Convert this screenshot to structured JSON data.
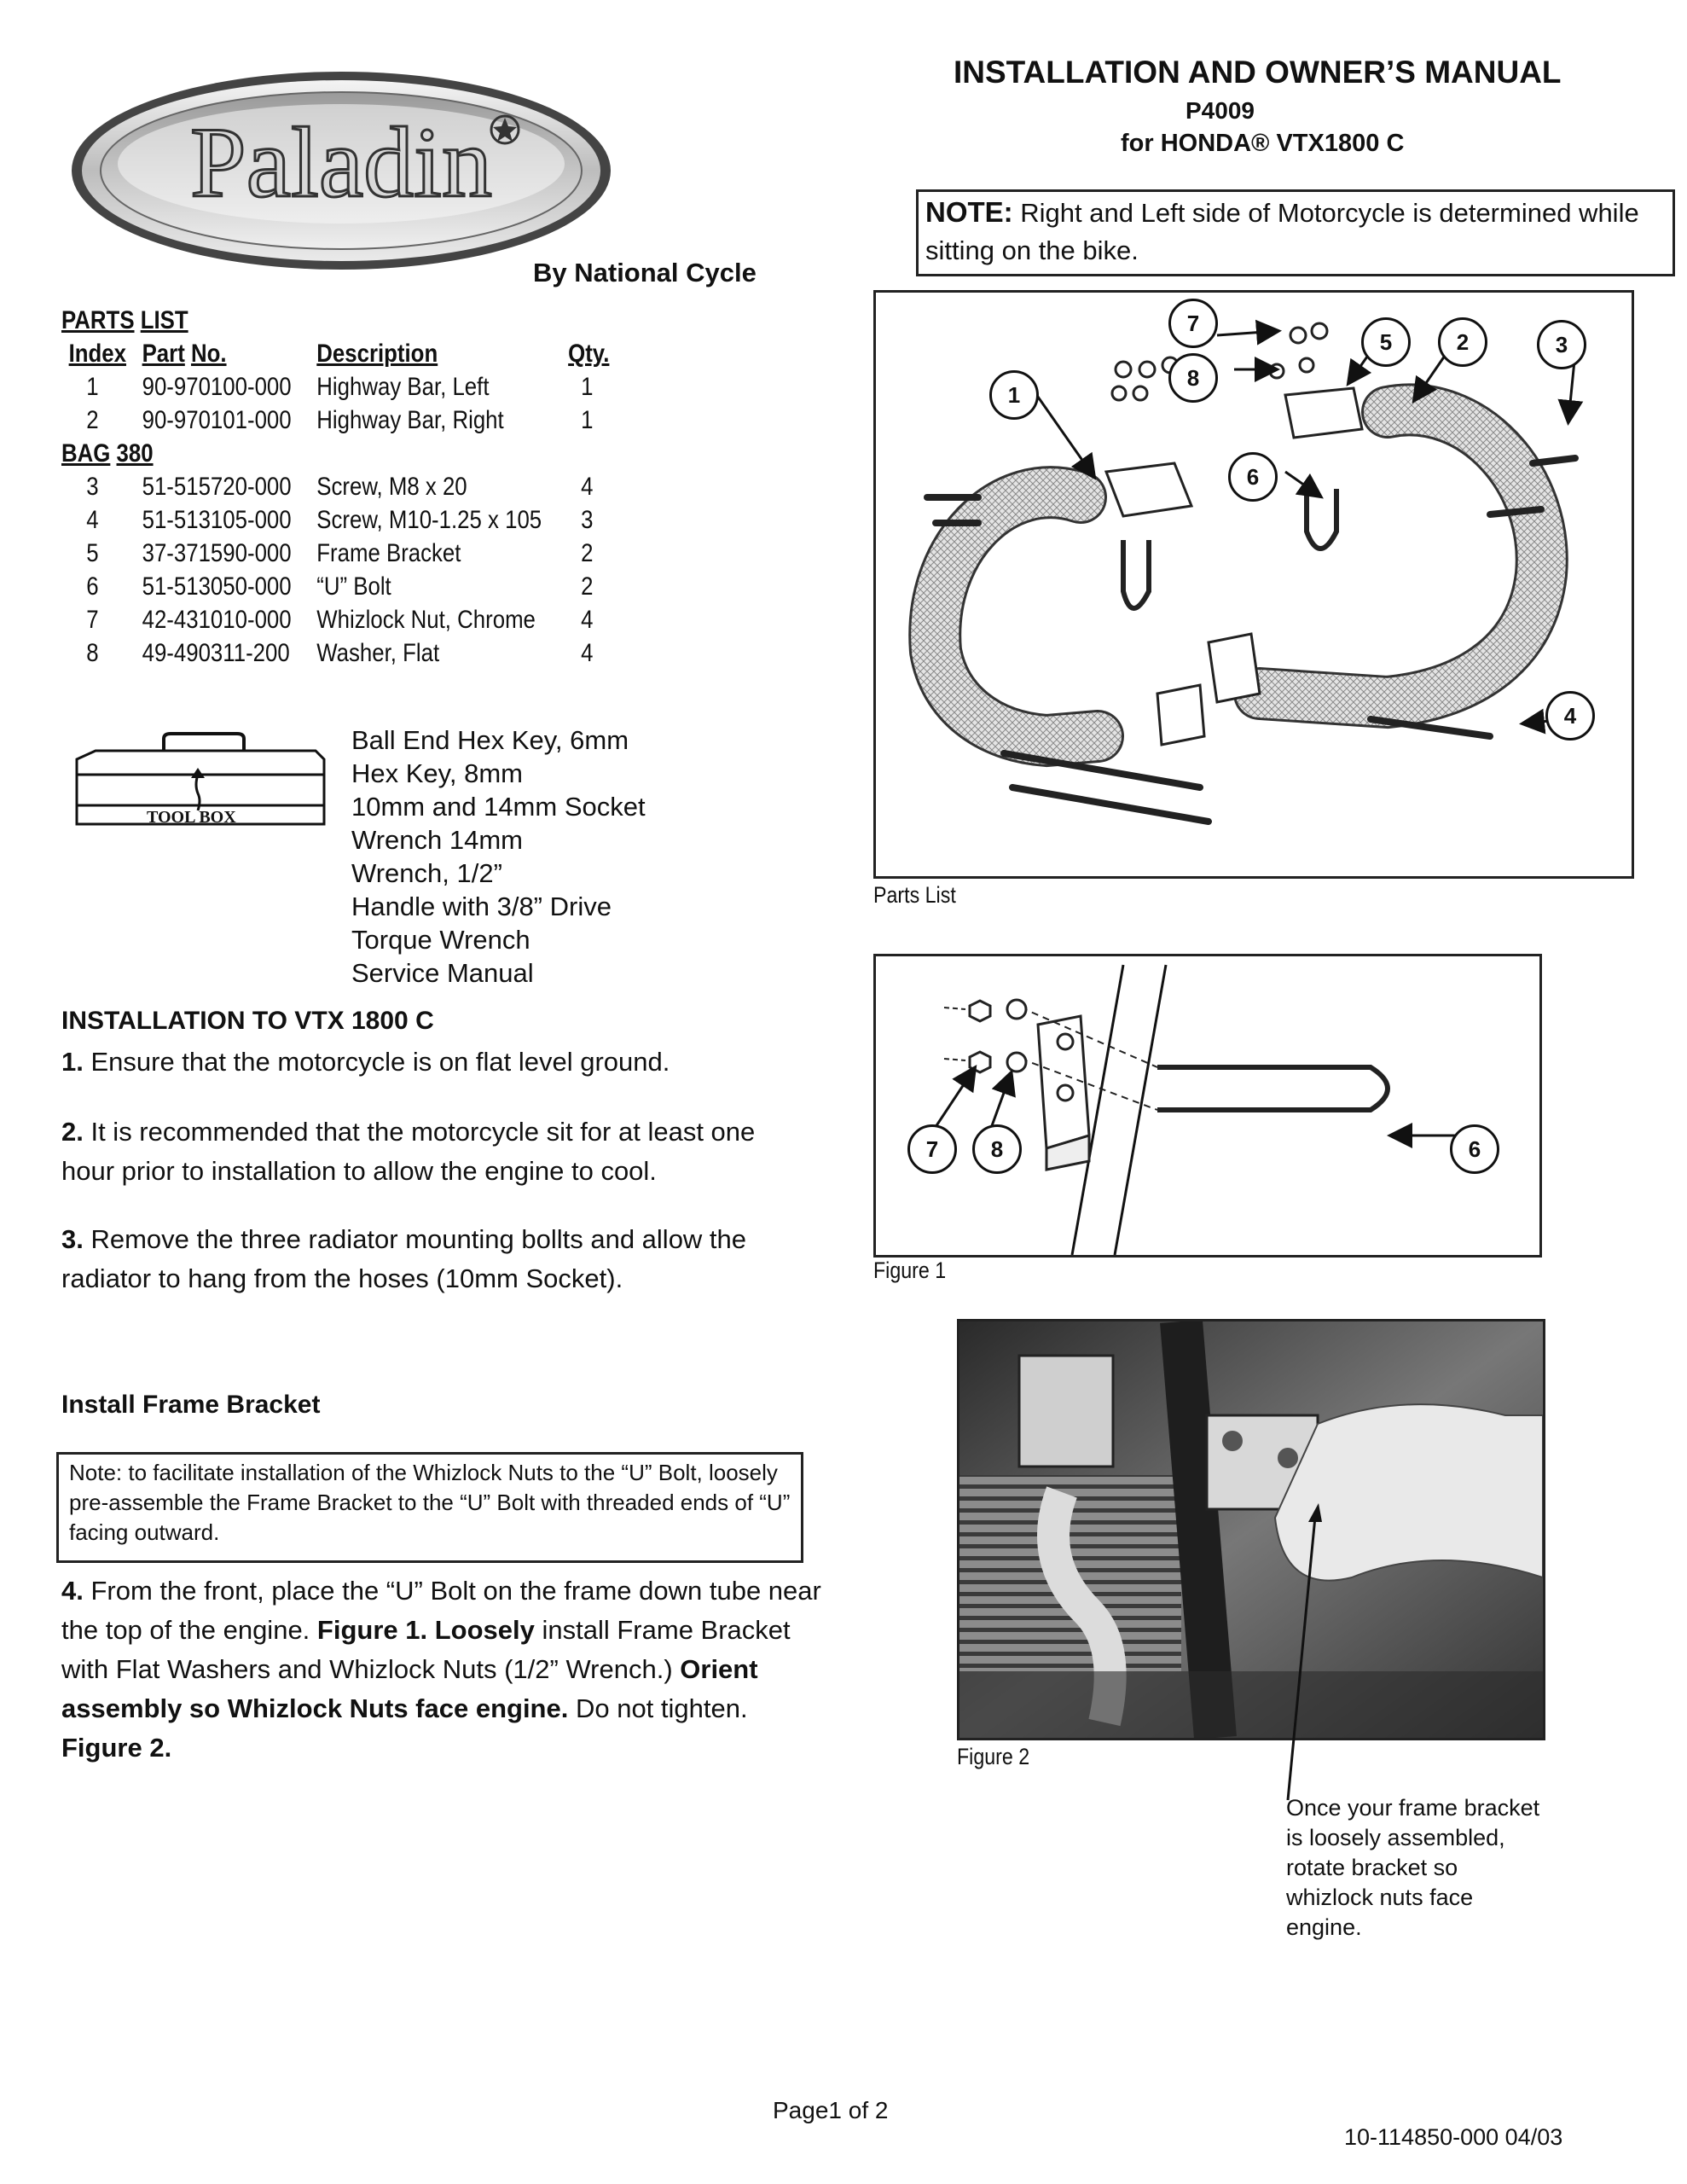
{
  "header": {
    "title": "INSTALLATION AND OWNER’S MANUAL",
    "product_code": "P4009",
    "model": "for HONDA® VTX1800 C",
    "brand_logo": "Paladin",
    "byline": "By National Cycle"
  },
  "note_box": {
    "label": "NOTE:",
    "text": " Right and Left side of Motorcycle is determined while sitting on the bike."
  },
  "parts_list": {
    "heading_a": "PARTS",
    "heading_b": "LIST",
    "columns": {
      "index": "Index",
      "part_a": "Part",
      "part_b": "No.",
      "description": "Description",
      "qty": "Qty."
    },
    "bag_a": "BAG",
    "bag_b": "380",
    "rows": [
      {
        "index": "1",
        "part": "90-970100-000",
        "description": "Highway Bar, Left",
        "qty": "1"
      },
      {
        "index": "2",
        "part": "90-970101-000",
        "description": "Highway Bar, Right",
        "qty": "1"
      },
      {
        "index": "3",
        "part": "51-515720-000",
        "description": "Screw, M8 x 20",
        "qty": "4"
      },
      {
        "index": "4",
        "part": "51-513105-000",
        "description": "Screw, M10-1.25 x 105",
        "qty": "3"
      },
      {
        "index": "5",
        "part": "37-371590-000",
        "description": "Frame Bracket",
        "qty": "2"
      },
      {
        "index": "6",
        "part": "51-513050-000",
        "description": "“U” Bolt",
        "qty": "2"
      },
      {
        "index": "7",
        "part": "42-431010-000",
        "description": "Whizlock Nut, Chrome",
        "qty": "4"
      },
      {
        "index": "8",
        "part": "49-490311-200",
        "description": "Washer, Flat",
        "qty": "4"
      }
    ]
  },
  "toolbox": {
    "label": "TOOL BOX",
    "tools": [
      "Ball End Hex Key, 6mm",
      "Hex Key, 8mm",
      "10mm and 14mm Socket",
      "Wrench 14mm",
      "Wrench, 1/2”",
      "Handle with 3/8” Drive",
      "Torque Wrench",
      "Service Manual"
    ]
  },
  "installation": {
    "heading": "INSTALLATION TO VTX 1800 C",
    "step1_num": "1.",
    "step1": " Ensure that the motorcycle is on flat level ground.",
    "step2_num": "2.",
    "step2": " It is recommended that the motorcycle sit for at least one hour prior to installation to allow the engine to cool.",
    "step3_num": "3.",
    "step3": " Remove the three radiator mounting bollts and allow the radiator to hang from the hoses (10mm Socket).",
    "subheading": "Install Frame Bracket",
    "note": "Note: to facilitate installation of the Whizlock Nuts to the “U” Bolt, loosely pre-assemble the Frame Bracket to the “U” Bolt with threaded ends of “U” facing outward.",
    "step4_num": "4.",
    "step4_a": " From the front,  place the “U” Bolt  on the frame down tube near the top of the engine. ",
    "step4_b": "Figure 1.",
    "step4_c": " ",
    "step4_d": "Loosely",
    "step4_e": " install Frame Bracket with Flat Washers and  Whizlock Nuts (1/2” Wrench.)  ",
    "step4_f": "Orient assembly so Whizlock Nuts face engine.",
    "step4_g": " Do not tighten. ",
    "step4_h": "Figure 2."
  },
  "figures": {
    "parts_caption": "Parts List",
    "fig1_caption": "Figure 1",
    "fig2_caption": "Figure 2",
    "parts_callouts": [
      "7",
      "5",
      "2",
      "3",
      "8",
      "1",
      "6",
      "4"
    ],
    "fig1_callouts": [
      "7",
      "8",
      "6"
    ],
    "fig2_note": "Once your frame bracket is loosely assembled, rotate bracket so whizlock nuts face engine."
  },
  "footer": {
    "page": "Page1 of 2",
    "doc_number": "10-114850-000 04/03"
  }
}
